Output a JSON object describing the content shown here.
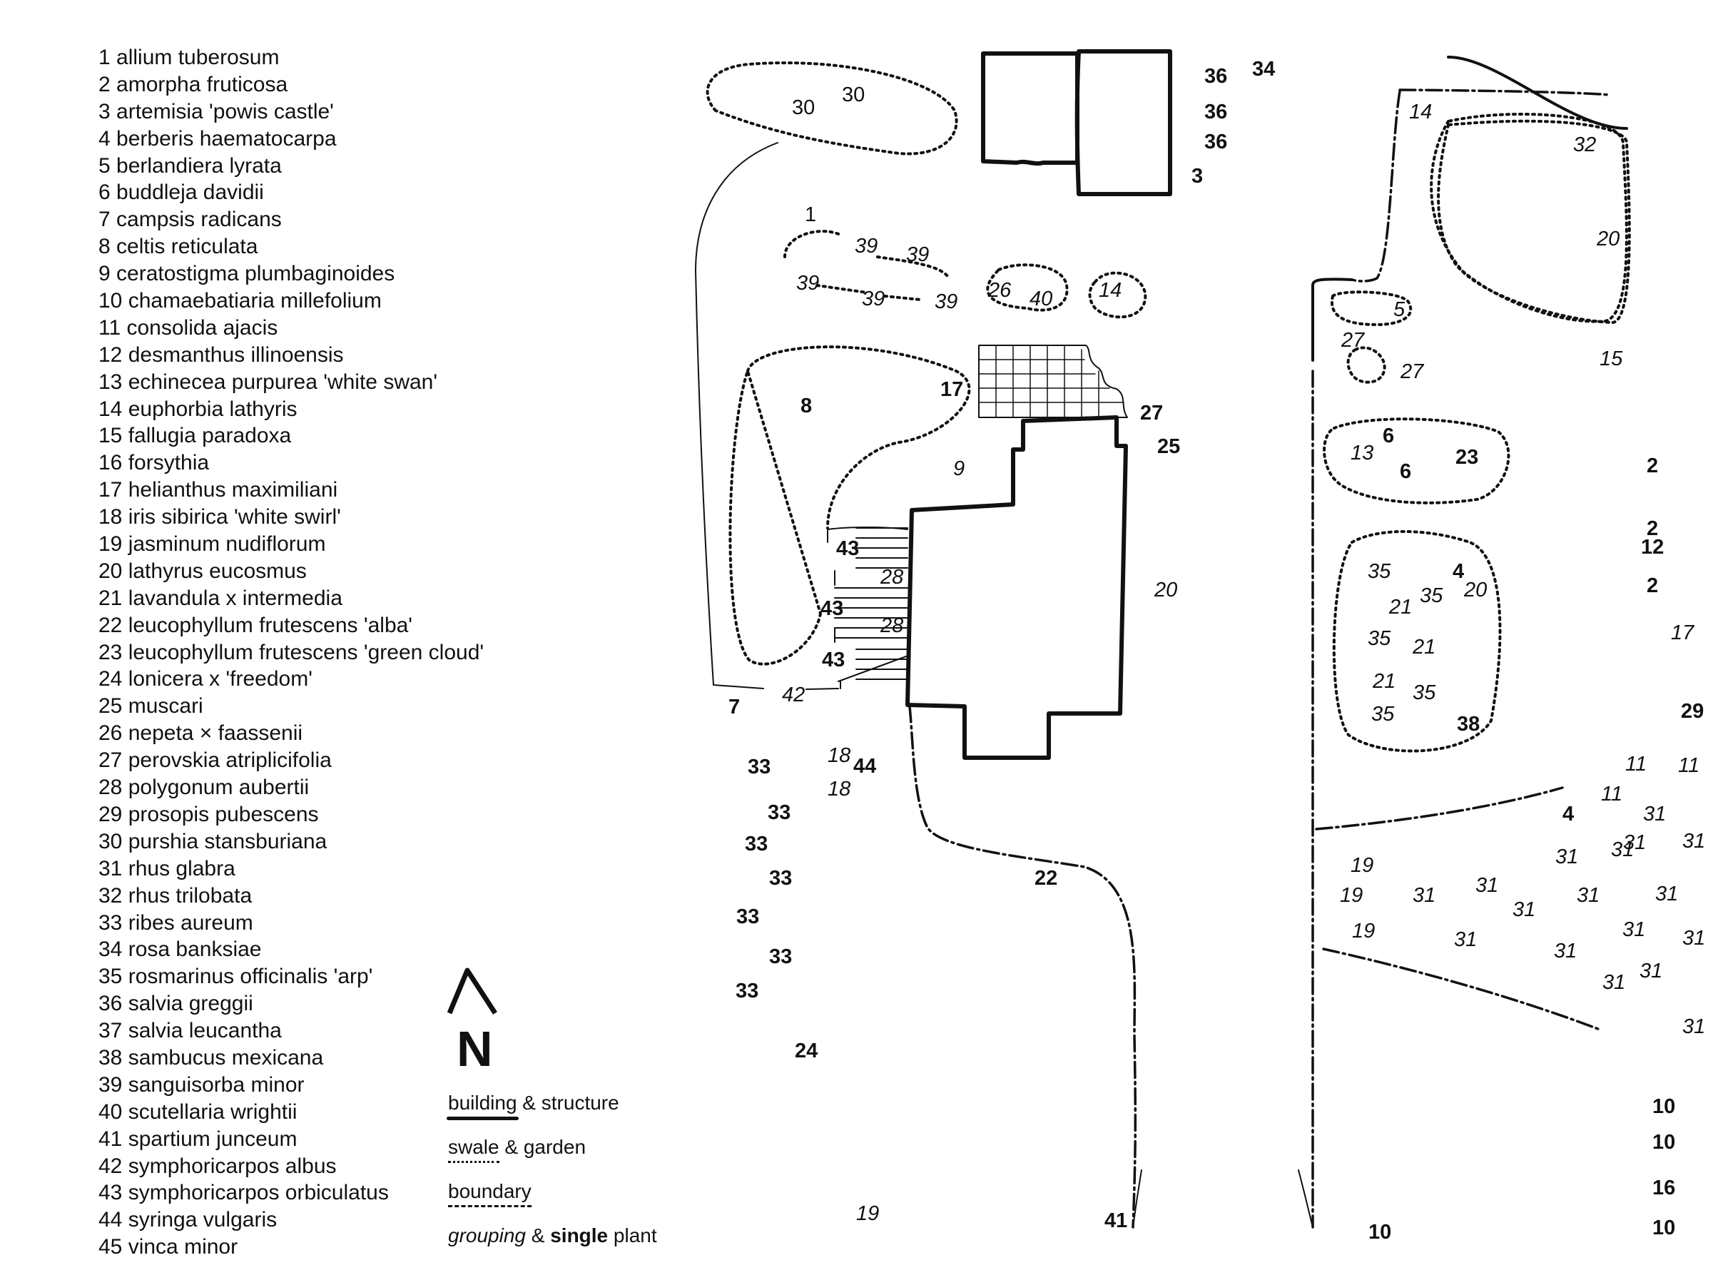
{
  "species": [
    "1 allium tuberosum",
    "2 amorpha fruticosa",
    "3 artemisia 'powis castle'",
    "4 berberis haematocarpa",
    "5 berlandiera lyrata",
    "6 buddleja davidii",
    "7 campsis radicans",
    "8 celtis reticulata",
    "9 ceratostigma plumbaginoides",
    "10 chamaebatiaria millefolium",
    "11 consolida ajacis",
    "12 desmanthus illinoensis",
    "13 echinecea purpurea 'white swan'",
    "14 euphorbia lathyris",
    "15 fallugia paradoxa",
    "16 forsythia",
    "17 helianthus maximiliani",
    "18 iris sibirica 'white swirl'",
    "19 jasminum nudiflorum",
    "20 lathyrus eucosmus",
    "21 lavandula x intermedia",
    "22 leucophyllum frutescens 'alba'",
    "23 leucophyllum frutescens 'green cloud'",
    "24 lonicera x 'freedom'",
    "25 muscari",
    "26 nepeta × faassenii",
    "27 perovskia atriplicifolia",
    "28 polygonum aubertii",
    "29 prosopis pubescens",
    "30 purshia stansburiana",
    "31 rhus glabra",
    "32 rhus trilobata",
    "33 ribes aureum",
    "34 rosa banksiae",
    "35 rosmarinus officinalis 'arp'",
    "36 salvia greggii",
    "37 salvia leucantha",
    "38 sambucus mexicana",
    "39 sanguisorba minor",
    "40 scutellaria wrightii",
    "41 spartium junceum",
    "42 symphoricarpos albus",
    "43 symphoricarpos orbiculatus",
    "44 syringa vulgaris",
    "45 vinca minor"
  ],
  "legend": {
    "building_key": "building",
    "building_rest": " & structure",
    "swale_key": "swale",
    "swale_rest": " & garden",
    "boundary_key": "boundary",
    "grouping_key": "grouping",
    "amp": " & ",
    "single_key": "single",
    "plant_word": " plant"
  },
  "compass": "N",
  "plant_labels": [
    {
      "t": "30",
      "s": "r"
    },
    {
      "t": "30",
      "s": "r"
    },
    {
      "t": "36",
      "s": "b"
    },
    {
      "t": "34",
      "s": "b"
    },
    {
      "t": "36",
      "s": "b"
    },
    {
      "t": "36",
      "s": "b"
    },
    {
      "t": "3",
      "s": "b"
    },
    {
      "t": "1",
      "s": "r"
    },
    {
      "t": "39",
      "s": "i"
    },
    {
      "t": "39",
      "s": "i"
    },
    {
      "t": "39",
      "s": "i"
    },
    {
      "t": "39",
      "s": "i"
    },
    {
      "t": "39",
      "s": "i"
    },
    {
      "t": "26",
      "s": "i"
    },
    {
      "t": "40",
      "s": "i"
    },
    {
      "t": "14",
      "s": "i"
    },
    {
      "t": "8",
      "s": "b"
    },
    {
      "t": "17",
      "s": "b"
    },
    {
      "t": "27",
      "s": "b"
    },
    {
      "t": "25",
      "s": "b"
    },
    {
      "t": "9",
      "s": "i"
    },
    {
      "t": "43",
      "s": "b"
    },
    {
      "t": "28",
      "s": "i"
    },
    {
      "t": "43",
      "s": "b"
    },
    {
      "t": "28",
      "s": "i"
    },
    {
      "t": "43",
      "s": "b"
    },
    {
      "t": "42",
      "s": "i"
    },
    {
      "t": "7",
      "s": "b"
    },
    {
      "t": "20",
      "s": "i"
    },
    {
      "t": "33",
      "s": "b"
    },
    {
      "t": "18",
      "s": "i"
    },
    {
      "t": "44",
      "s": "b"
    },
    {
      "t": "18",
      "s": "i"
    },
    {
      "t": "33",
      "s": "b"
    },
    {
      "t": "33",
      "s": "b"
    },
    {
      "t": "33",
      "s": "b"
    },
    {
      "t": "33",
      "s": "b"
    },
    {
      "t": "33",
      "s": "b"
    },
    {
      "t": "33",
      "s": "b"
    },
    {
      "t": "22",
      "s": "b"
    },
    {
      "t": "24",
      "s": "b"
    },
    {
      "t": "19",
      "s": "i"
    },
    {
      "t": "41",
      "s": "b"
    },
    {
      "t": "14",
      "s": "i"
    },
    {
      "t": "32",
      "s": "i"
    },
    {
      "t": "20",
      "s": "i"
    },
    {
      "t": "5",
      "s": "i"
    },
    {
      "t": "27",
      "s": "i"
    },
    {
      "t": "27",
      "s": "i"
    },
    {
      "t": "15",
      "s": "i"
    },
    {
      "t": "13",
      "s": "i"
    },
    {
      "t": "6",
      "s": "b"
    },
    {
      "t": "6",
      "s": "b"
    },
    {
      "t": "23",
      "s": "b"
    },
    {
      "t": "2",
      "s": "b"
    },
    {
      "t": "2",
      "s": "b"
    },
    {
      "t": "12",
      "s": "b"
    },
    {
      "t": "2",
      "s": "b"
    },
    {
      "t": "17",
      "s": "i"
    },
    {
      "t": "35",
      "s": "i"
    },
    {
      "t": "4",
      "s": "b"
    },
    {
      "t": "21",
      "s": "i"
    },
    {
      "t": "35",
      "s": "i"
    },
    {
      "t": "20",
      "s": "i"
    },
    {
      "t": "35",
      "s": "i"
    },
    {
      "t": "21",
      "s": "i"
    },
    {
      "t": "21",
      "s": "i"
    },
    {
      "t": "35",
      "s": "i"
    },
    {
      "t": "35",
      "s": "i"
    },
    {
      "t": "38",
      "s": "b"
    },
    {
      "t": "29",
      "s": "b"
    },
    {
      "t": "11",
      "s": "i"
    },
    {
      "t": "11",
      "s": "i"
    },
    {
      "t": "11",
      "s": "i"
    },
    {
      "t": "4",
      "s": "b"
    },
    {
      "t": "31",
      "s": "i"
    },
    {
      "t": "31",
      "s": "i"
    },
    {
      "t": "31",
      "s": "i"
    },
    {
      "t": "31",
      "s": "i"
    },
    {
      "t": "31",
      "s": "i"
    },
    {
      "t": "19",
      "s": "i"
    },
    {
      "t": "19",
      "s": "i"
    },
    {
      "t": "31",
      "s": "i"
    },
    {
      "t": "31",
      "s": "i"
    },
    {
      "t": "31",
      "s": "i"
    },
    {
      "t": "31",
      "s": "i"
    },
    {
      "t": "31",
      "s": "i"
    },
    {
      "t": "19",
      "s": "i"
    },
    {
      "t": "31",
      "s": "i"
    },
    {
      "t": "31",
      "s": "i"
    },
    {
      "t": "31",
      "s": "i"
    },
    {
      "t": "31",
      "s": "i"
    },
    {
      "t": "31",
      "s": "i"
    },
    {
      "t": "31",
      "s": "i"
    },
    {
      "t": "31",
      "s": "i"
    },
    {
      "t": "10",
      "s": "b"
    },
    {
      "t": "10",
      "s": "b"
    },
    {
      "t": "16",
      "s": "b"
    },
    {
      "t": "10",
      "s": "b"
    },
    {
      "t": "10",
      "s": "b"
    }
  ]
}
